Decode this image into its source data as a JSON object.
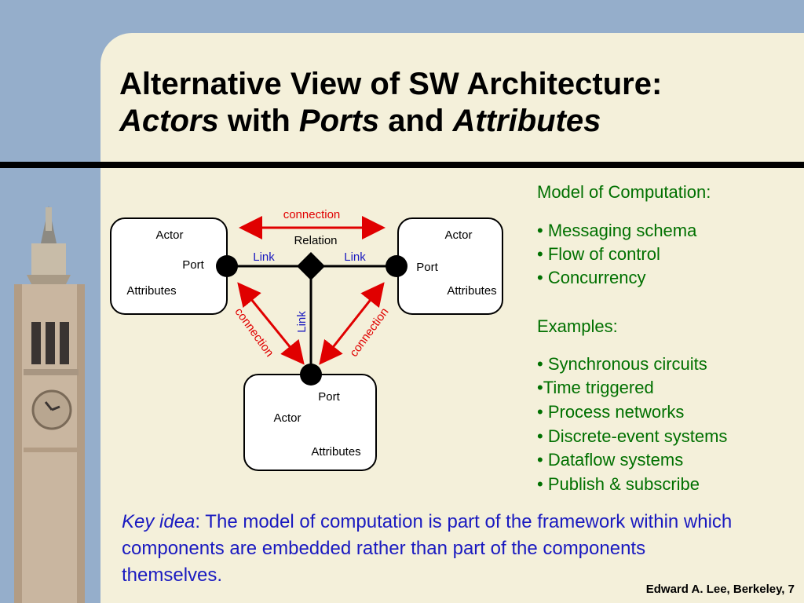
{
  "title": {
    "line1": "Alternative View of SW Architecture:",
    "actors": "Actors",
    "with": " with ",
    "ports": "Ports",
    "and": " and ",
    "attributes": "Attributes"
  },
  "diagram": {
    "top_connection": "connection",
    "relation": "Relation",
    "link_left": "Link",
    "link_right": "Link",
    "link_vertical": "Link",
    "connection_left": "connection",
    "connection_right": "connection",
    "actor_left": {
      "actor": "Actor",
      "port": "Port",
      "attributes": "Attributes"
    },
    "actor_right": {
      "actor": "Actor",
      "port": "Port",
      "attributes": "Attributes"
    },
    "actor_bottom": {
      "actor": "Actor",
      "port": "Port",
      "attributes": "Attributes"
    }
  },
  "model_of_computation": {
    "heading": "Model of Computation:",
    "items": [
      "• Messaging schema",
      "• Flow of control",
      "• Concurrency"
    ]
  },
  "examples": {
    "heading": "Examples:",
    "items": [
      "• Synchronous circuits",
      "•Time triggered",
      "• Process networks",
      "• Discrete-event systems",
      "• Dataflow systems",
      "• Publish & subscribe"
    ]
  },
  "key_idea": {
    "label": "Key idea",
    "text": ": The model of computation is part of the framework within which components are embedded rather than part of the components themselves."
  },
  "footer": "Edward A. Lee, Berkeley, 7",
  "colors": {
    "background": "#95aecb",
    "panel": "#f4f0da",
    "connection": "#e00000",
    "link": "#1a1ac0",
    "text_list": "#007000"
  }
}
